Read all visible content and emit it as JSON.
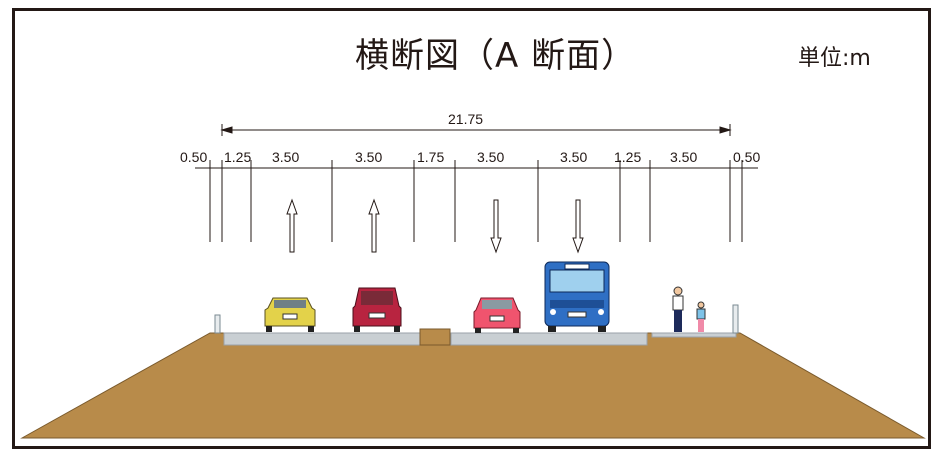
{
  "title": "横断図（A 断面）",
  "unit_label": "単位:m",
  "total_width_label": "21.75",
  "segment_labels": [
    "0.50",
    "1.25",
    "3.50",
    "3.50",
    "1.75",
    "3.50",
    "3.50",
    "1.25",
    "3.50",
    "0.50"
  ],
  "colors": {
    "embankment": "#b88b4a",
    "pavement": "#c9cfd3",
    "frame": "#231815"
  }
}
